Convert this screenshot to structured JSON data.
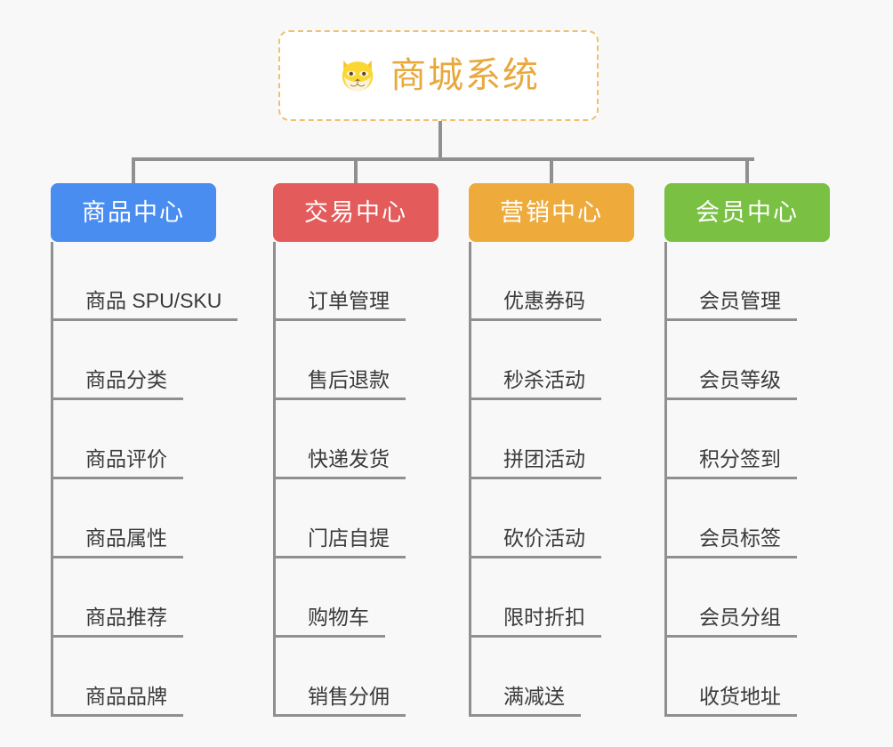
{
  "root": {
    "icon": "shiba-dog-icon",
    "title": "商城系统"
  },
  "colors": {
    "background": "#f8f8f8",
    "root_border": "#f0c070",
    "root_title": "#e8a93c",
    "line": "#909090",
    "leaf_text": "#3a3a3a",
    "branch_product": "#4a8df0",
    "branch_trade": "#e35b5b",
    "branch_marketing": "#eeab3c",
    "branch_member": "#7ac143"
  },
  "branches": [
    {
      "label": "商品中心",
      "color": "#4a8df0",
      "leaves": [
        {
          "label": "商品 SPU/SKU"
        },
        {
          "label": "商品分类"
        },
        {
          "label": "商品评价"
        },
        {
          "label": "商品属性"
        },
        {
          "label": "商品推荐"
        },
        {
          "label": "商品品牌"
        }
      ]
    },
    {
      "label": "交易中心",
      "color": "#e35b5b",
      "leaves": [
        {
          "label": "订单管理"
        },
        {
          "label": "售后退款"
        },
        {
          "label": "快递发货"
        },
        {
          "label": "门店自提"
        },
        {
          "label": "购物车"
        },
        {
          "label": "销售分佣"
        }
      ]
    },
    {
      "label": "营销中心",
      "color": "#eeab3c",
      "leaves": [
        {
          "label": "优惠券码"
        },
        {
          "label": "秒杀活动"
        },
        {
          "label": "拼团活动"
        },
        {
          "label": "砍价活动"
        },
        {
          "label": "限时折扣"
        },
        {
          "label": "满减送"
        }
      ]
    },
    {
      "label": "会员中心",
      "color": "#7ac143",
      "leaves": [
        {
          "label": "会员管理"
        },
        {
          "label": "会员等级"
        },
        {
          "label": "积分签到"
        },
        {
          "label": "会员标签"
        },
        {
          "label": "会员分组"
        },
        {
          "label": "收货地址"
        }
      ]
    }
  ]
}
